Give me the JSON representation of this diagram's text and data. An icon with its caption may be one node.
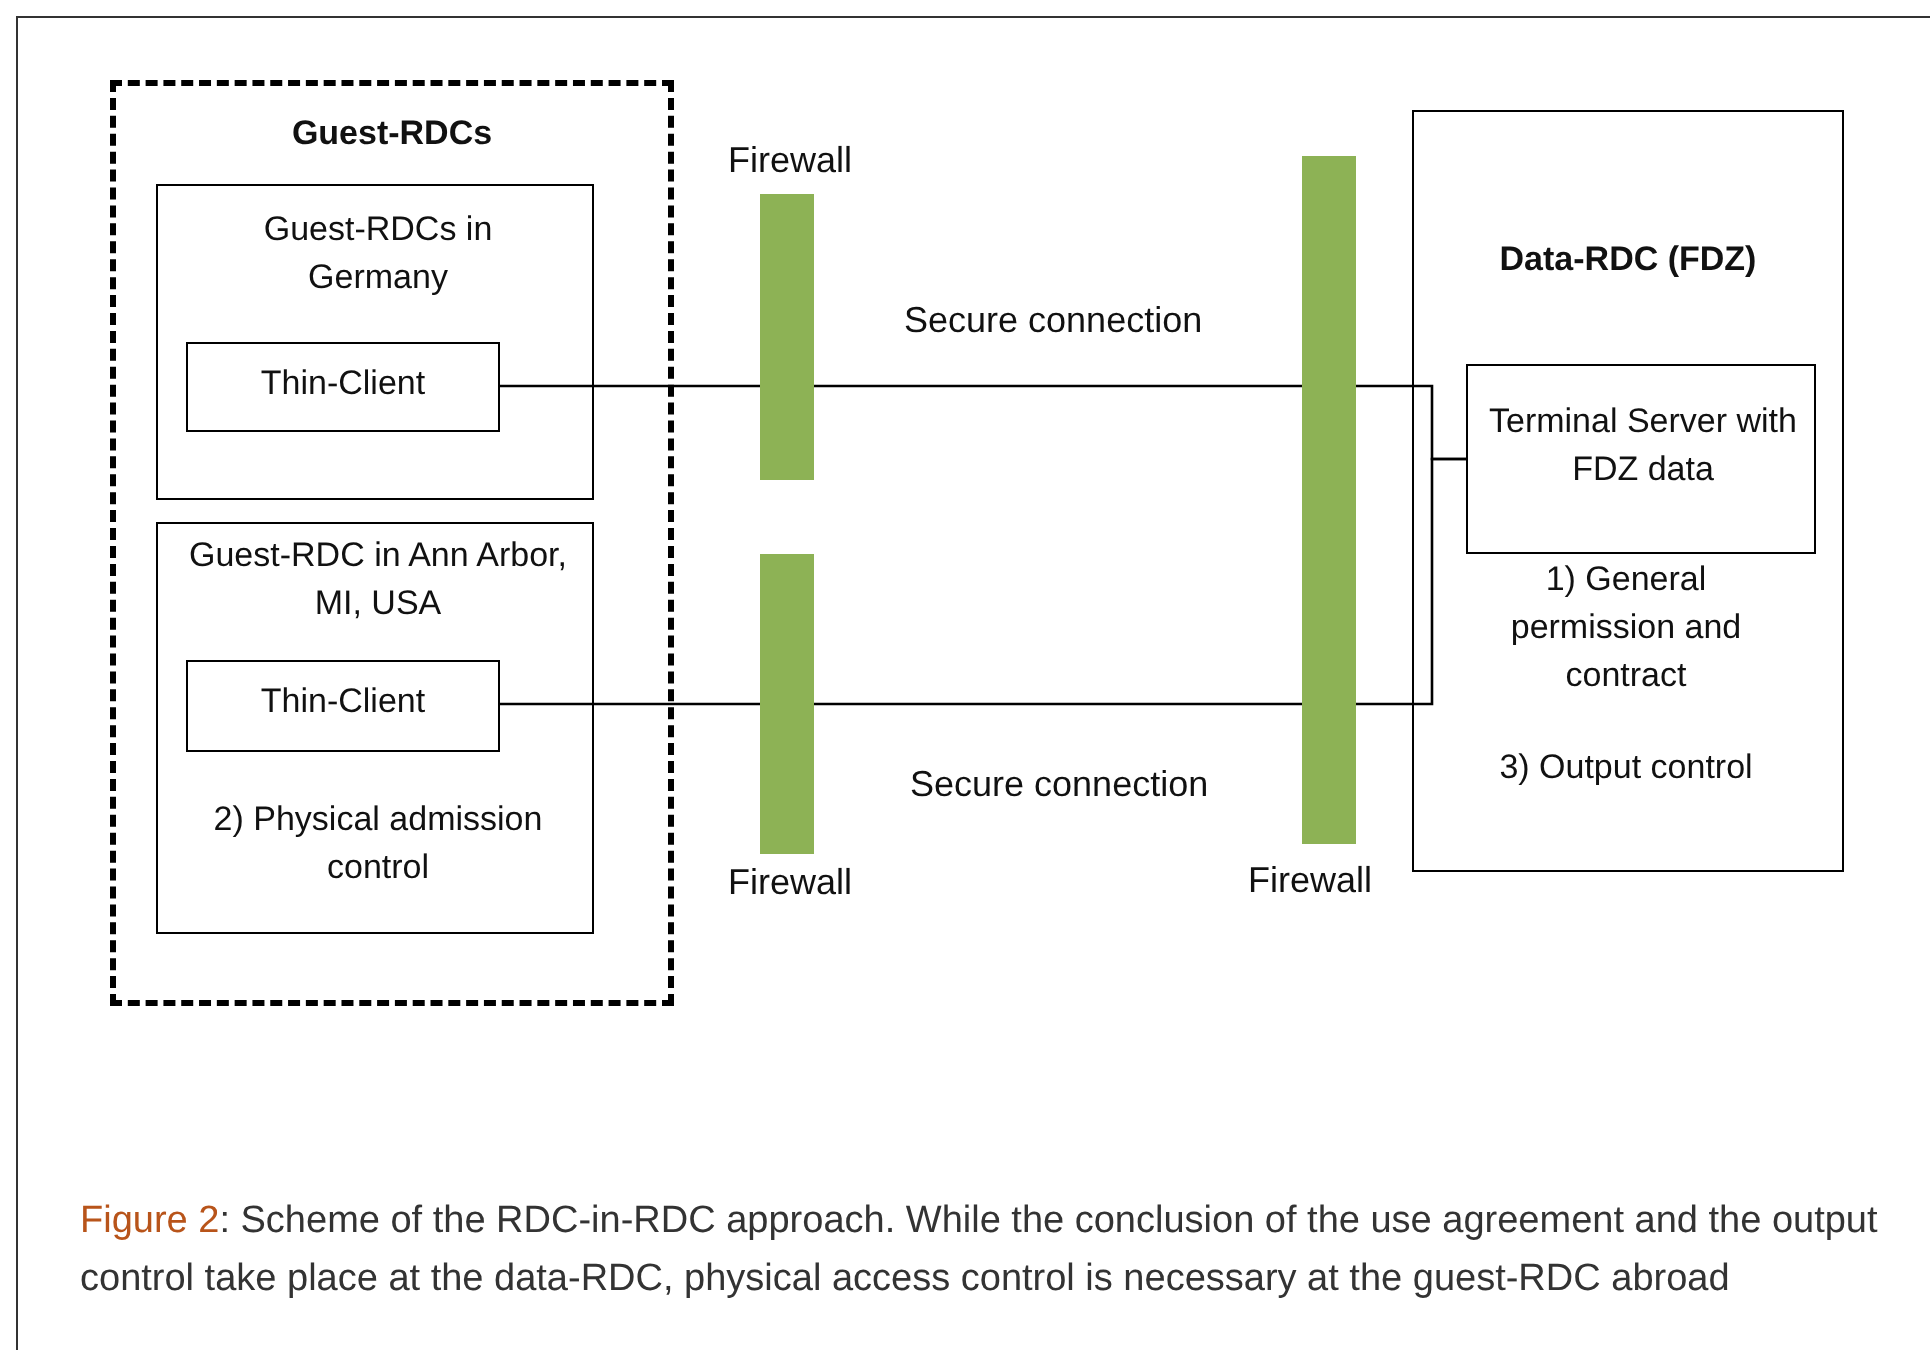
{
  "diagram": {
    "caption": "**Figure 2**: Scheme of the RDC-in-RDC approach. While the conclusion of the use agreement and the output control take place at the data-RDC, physical access control is necessary at the guest-RDC abroad",
    "nodes": [
      {
        "text": [
          "Guest-RDCs"
        ]
      },
      {
        "text": [
          "Guest-RDCs in Germany"
        ],
        "in": 0
      },
      {
        "text": [
          "Thin-Client"
        ],
        "in": 1
      },
      {
        "text": [
          "Guest-RDC in Ann Arbor, MI, USA",
          "2) Physical admission control"
        ],
        "in": 0
      },
      {
        "text": [
          "Thin-Client"
        ],
        "in": 3
      },
      {
        "text": [],
        "shape": "bar",
        "beside": [
          "Firewall"
        ]
      },
      {
        "text": [],
        "shape": "bar",
        "beside": [
          "Firewall"
        ]
      },
      {
        "text": [],
        "shape": "bar",
        "beside": [
          "Firewall"
        ]
      },
      {
        "text": [
          "Data-RDC (FDZ)",
          "1) General permission and contract",
          "3) Output control"
        ]
      },
      {
        "text": [
          "Terminal Server with FDZ data"
        ],
        "in": 8
      }
    ],
    "edges": [
      {
        "from": 2,
        "to": 5,
        "arrow": "none"
      },
      {
        "from": 5,
        "to": 7,
        "arrow": "none",
        "label": "Secure connection"
      },
      {
        "from": 7,
        "to": 9,
        "arrow": "none"
      },
      {
        "from": 4,
        "to": 6,
        "arrow": "none"
      },
      {
        "from": 6,
        "to": 7,
        "arrow": "none",
        "label": "Secure connection"
      },
      {
        "from": 7,
        "to": 9,
        "arrow": "none"
      }
    ]
  }
}
